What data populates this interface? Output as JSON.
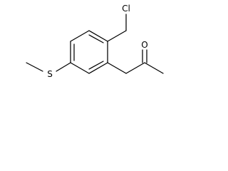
{
  "molecule": {
    "atoms": {
      "chlorine": "Cl",
      "oxygen": "O",
      "sulfur": "S"
    }
  }
}
